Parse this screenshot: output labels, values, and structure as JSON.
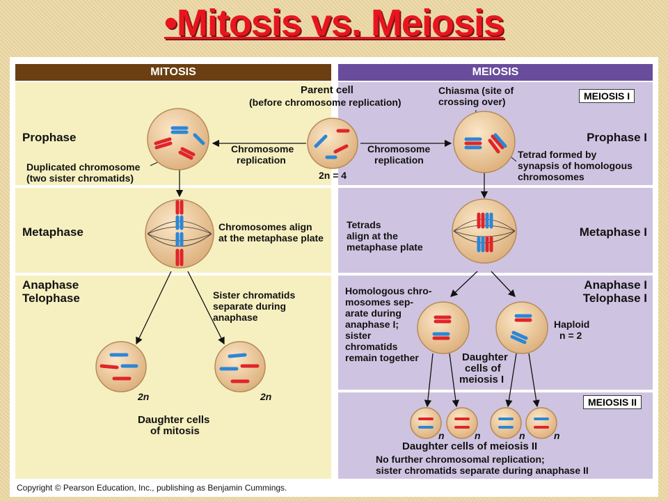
{
  "title": "•Mitosis vs. Meiosis",
  "headers": {
    "mitosis": "MITOSIS",
    "meiosis": "MEIOSIS"
  },
  "parent_cell": {
    "line1": "Parent cell",
    "line2": "(before chromosome replication)",
    "ploidy": "2n = 4"
  },
  "chiasma": {
    "line1": "Chiasma (site of",
    "line2": "crossing over)"
  },
  "replication_left": {
    "line1": "Chromosome",
    "line2": "replication"
  },
  "replication_right": {
    "line1": "Chromosome",
    "line2": "replication"
  },
  "mitosis": {
    "prophase": "Prophase",
    "metaphase": "Metaphase",
    "anaphase": "Anaphase",
    "telophase": "Telophase",
    "dup_chrom_1": "Duplicated chromosome",
    "dup_chrom_2": "(two sister chromatids)",
    "align_1": "Chromosomes align",
    "align_2": "at the metaphase plate",
    "sister_1": "Sister chromatids",
    "sister_2": "separate during",
    "sister_3": "anaphase",
    "ploidy_left": "2n",
    "ploidy_right": "2n",
    "daughter_1": "Daughter cells",
    "daughter_2": "of mitosis"
  },
  "meiosis": {
    "meiosis_1_box": "MEIOSIS I",
    "meiosis_2_box": "MEIOSIS II",
    "prophase": "Prophase I",
    "metaphase": "Metaphase I",
    "anaphase": "Anaphase I",
    "telophase": "Telophase I",
    "tetrad_1": "Tetrad formed by",
    "tetrad_2": "synapsis of homologous",
    "tetrad_3": "chromosomes",
    "tetrads_align_1": "Tetrads",
    "tetrads_align_2": "align at the",
    "tetrads_align_3": "metaphase plate",
    "homo_1": "Homologous chro-",
    "homo_2": "mosomes sep-",
    "homo_3": "arate during",
    "homo_4": "anaphase I;",
    "homo_5": "sister",
    "homo_6": "chromatids",
    "homo_7": "remain together",
    "haploid_1": "Haploid",
    "haploid_2": "n = 2",
    "daughter1_1": "Daughter",
    "daughter1_2": "cells of",
    "daughter1_3": "meiosis I",
    "n_labels": [
      "n",
      "n",
      "n",
      "n"
    ],
    "daughter2": "Daughter cells of meiosis II",
    "no_further_1": "No further chromosomal replication;",
    "no_further_2": "sister chromatids separate during anaphase II"
  },
  "copyright": "Copyright © Pearson Education, Inc., publishing as Benjamin Cummings.",
  "colors": {
    "title": "#e8151f",
    "mitosis_header": "#6b3f12",
    "meiosis_header": "#6a4c9c",
    "red": "#e0242a",
    "blue": "#2c86d6",
    "cell": "#e9c79a"
  }
}
